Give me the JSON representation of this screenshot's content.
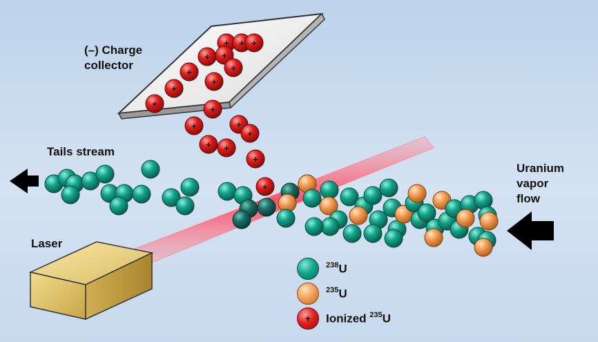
{
  "labels": {
    "collector_line1": "(–) Charge",
    "collector_line2": "collector",
    "tails": "Tails stream",
    "laser": "Laser",
    "flow_line1": "Uranium",
    "flow_line2": "vapor",
    "flow_line3": "flow"
  },
  "legend": [
    {
      "key": "u238",
      "mass": "238",
      "symbol": "U",
      "prefix": ""
    },
    {
      "key": "u235",
      "mass": "235",
      "symbol": "U",
      "prefix": ""
    },
    {
      "key": "ion",
      "mass": "235",
      "symbol": "U",
      "prefix": "Ionized "
    }
  ],
  "ion_symbol": "+",
  "colors": {
    "u238": "#14a58c",
    "u235": "#f2a05a",
    "ionized": "#e0221f",
    "laser_beam": "#ff5a6a",
    "laser_box": "#e6cf7a",
    "arrow": "#000000"
  },
  "icons": {
    "tails_arrow": "arrow-left-icon",
    "flow_arrow": "arrow-left-icon"
  }
}
